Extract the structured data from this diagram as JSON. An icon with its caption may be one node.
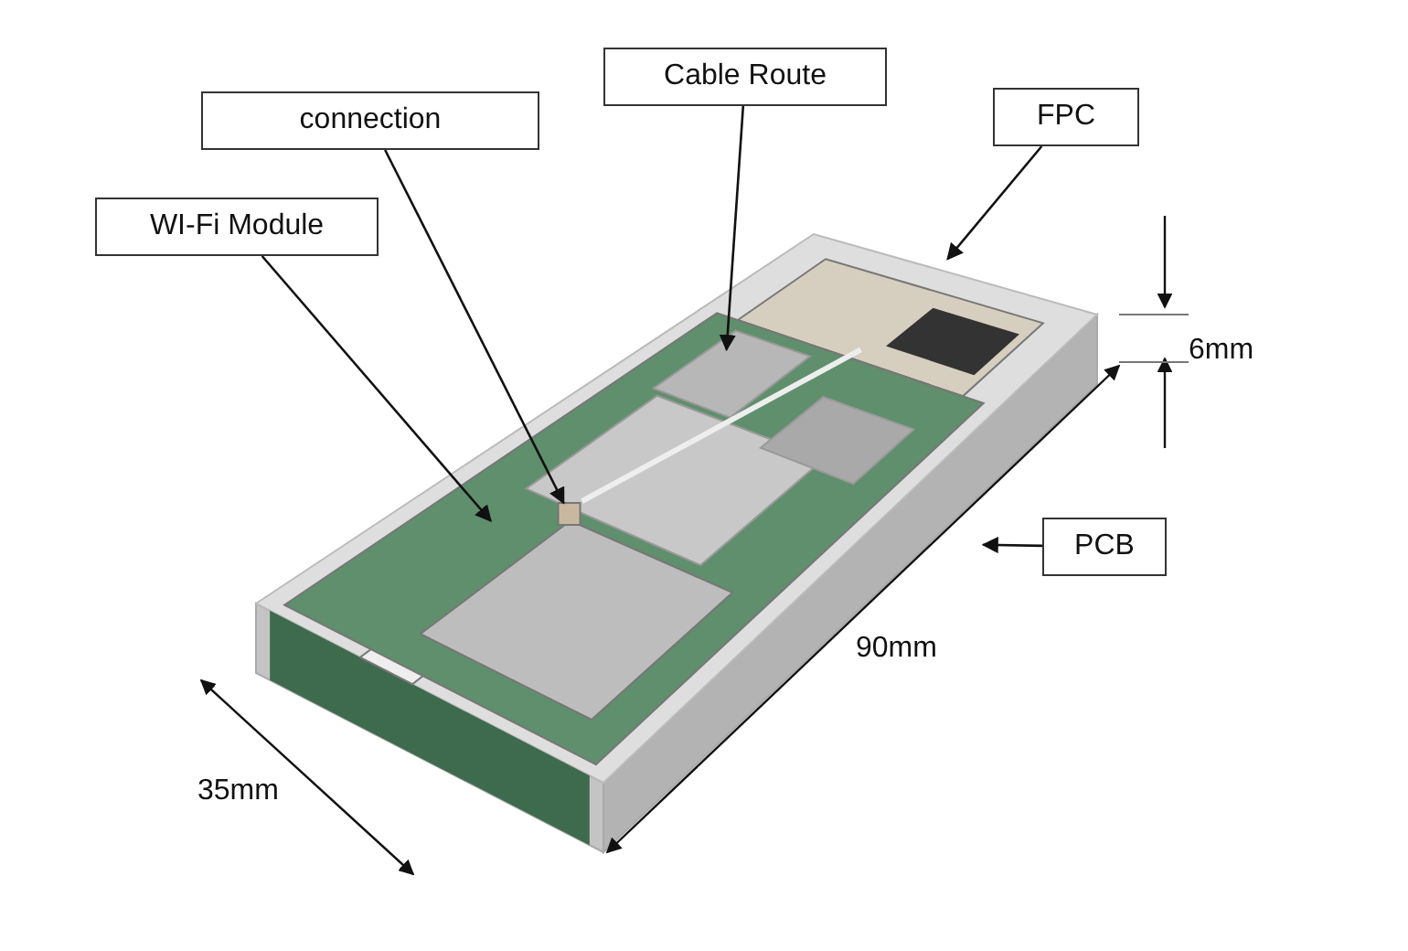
{
  "diagram": {
    "nodes": [
      {
        "text": [
          "Cable Route"
        ]
      },
      {
        "text": [
          "connection"
        ]
      },
      {
        "text": [
          "FPC"
        ]
      },
      {
        "text": [
          "WI-Fi Module"
        ]
      },
      {
        "text": [
          "PCB"
        ]
      },
      {
        "text": [],
        "shape": "box",
        "in": 9
      },
      {
        "text": [],
        "shape": "box",
        "in": 9
      },
      {
        "text": [],
        "shape": "line",
        "in": 9
      },
      {
        "text": [],
        "shape": "box"
      },
      {
        "text": [],
        "shape": "box"
      }
    ],
    "edges": [
      {
        "from": 3,
        "to": 5,
        "arrow": "to"
      },
      {
        "from": 1,
        "to": 6,
        "arrow": "to"
      },
      {
        "from": 0,
        "to": 7,
        "arrow": "to"
      },
      {
        "from": 2,
        "to": 8,
        "arrow": "to"
      },
      {
        "from": 4,
        "to": 9,
        "arrow": "to"
      }
    ],
    "labels": [
      "6mm",
      "90mm",
      "35mm"
    ]
  }
}
